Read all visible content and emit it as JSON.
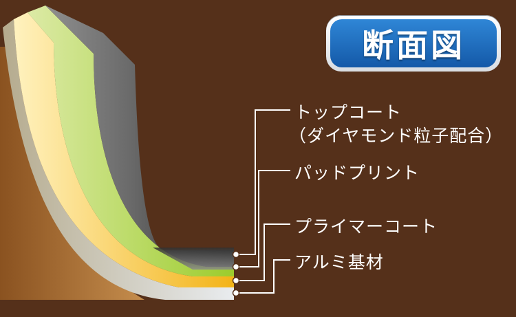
{
  "badge": {
    "title": "断面図"
  },
  "layers": [
    {
      "label": "トップコート",
      "sublabel": "（ダイヤモンド粒子配合）"
    },
    {
      "label": "パッドプリント"
    },
    {
      "label": "プライマーコート"
    },
    {
      "label": "アルミ基材"
    }
  ],
  "colors": {
    "background": "#55301a",
    "badge_blue": "#1f6fc0",
    "top_coat": "#6e6e6e",
    "pad_print": "#b7d84a",
    "primer": "#f5b21a",
    "aluminum": "#c9c9c9",
    "leader_line": "#ffffff"
  }
}
